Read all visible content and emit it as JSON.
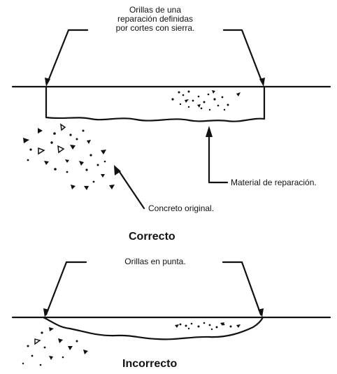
{
  "top_panel": {
    "callout_lines": [
      "Orillas de una",
      "reparación definidas",
      "por cortes con sierra."
    ],
    "repair_label": "Material de reparación.",
    "concrete_label": "Concreto original.",
    "caption": "Correcto"
  },
  "bottom_panel": {
    "callout": "Orillas en punta.",
    "caption": "Incorrecto"
  }
}
